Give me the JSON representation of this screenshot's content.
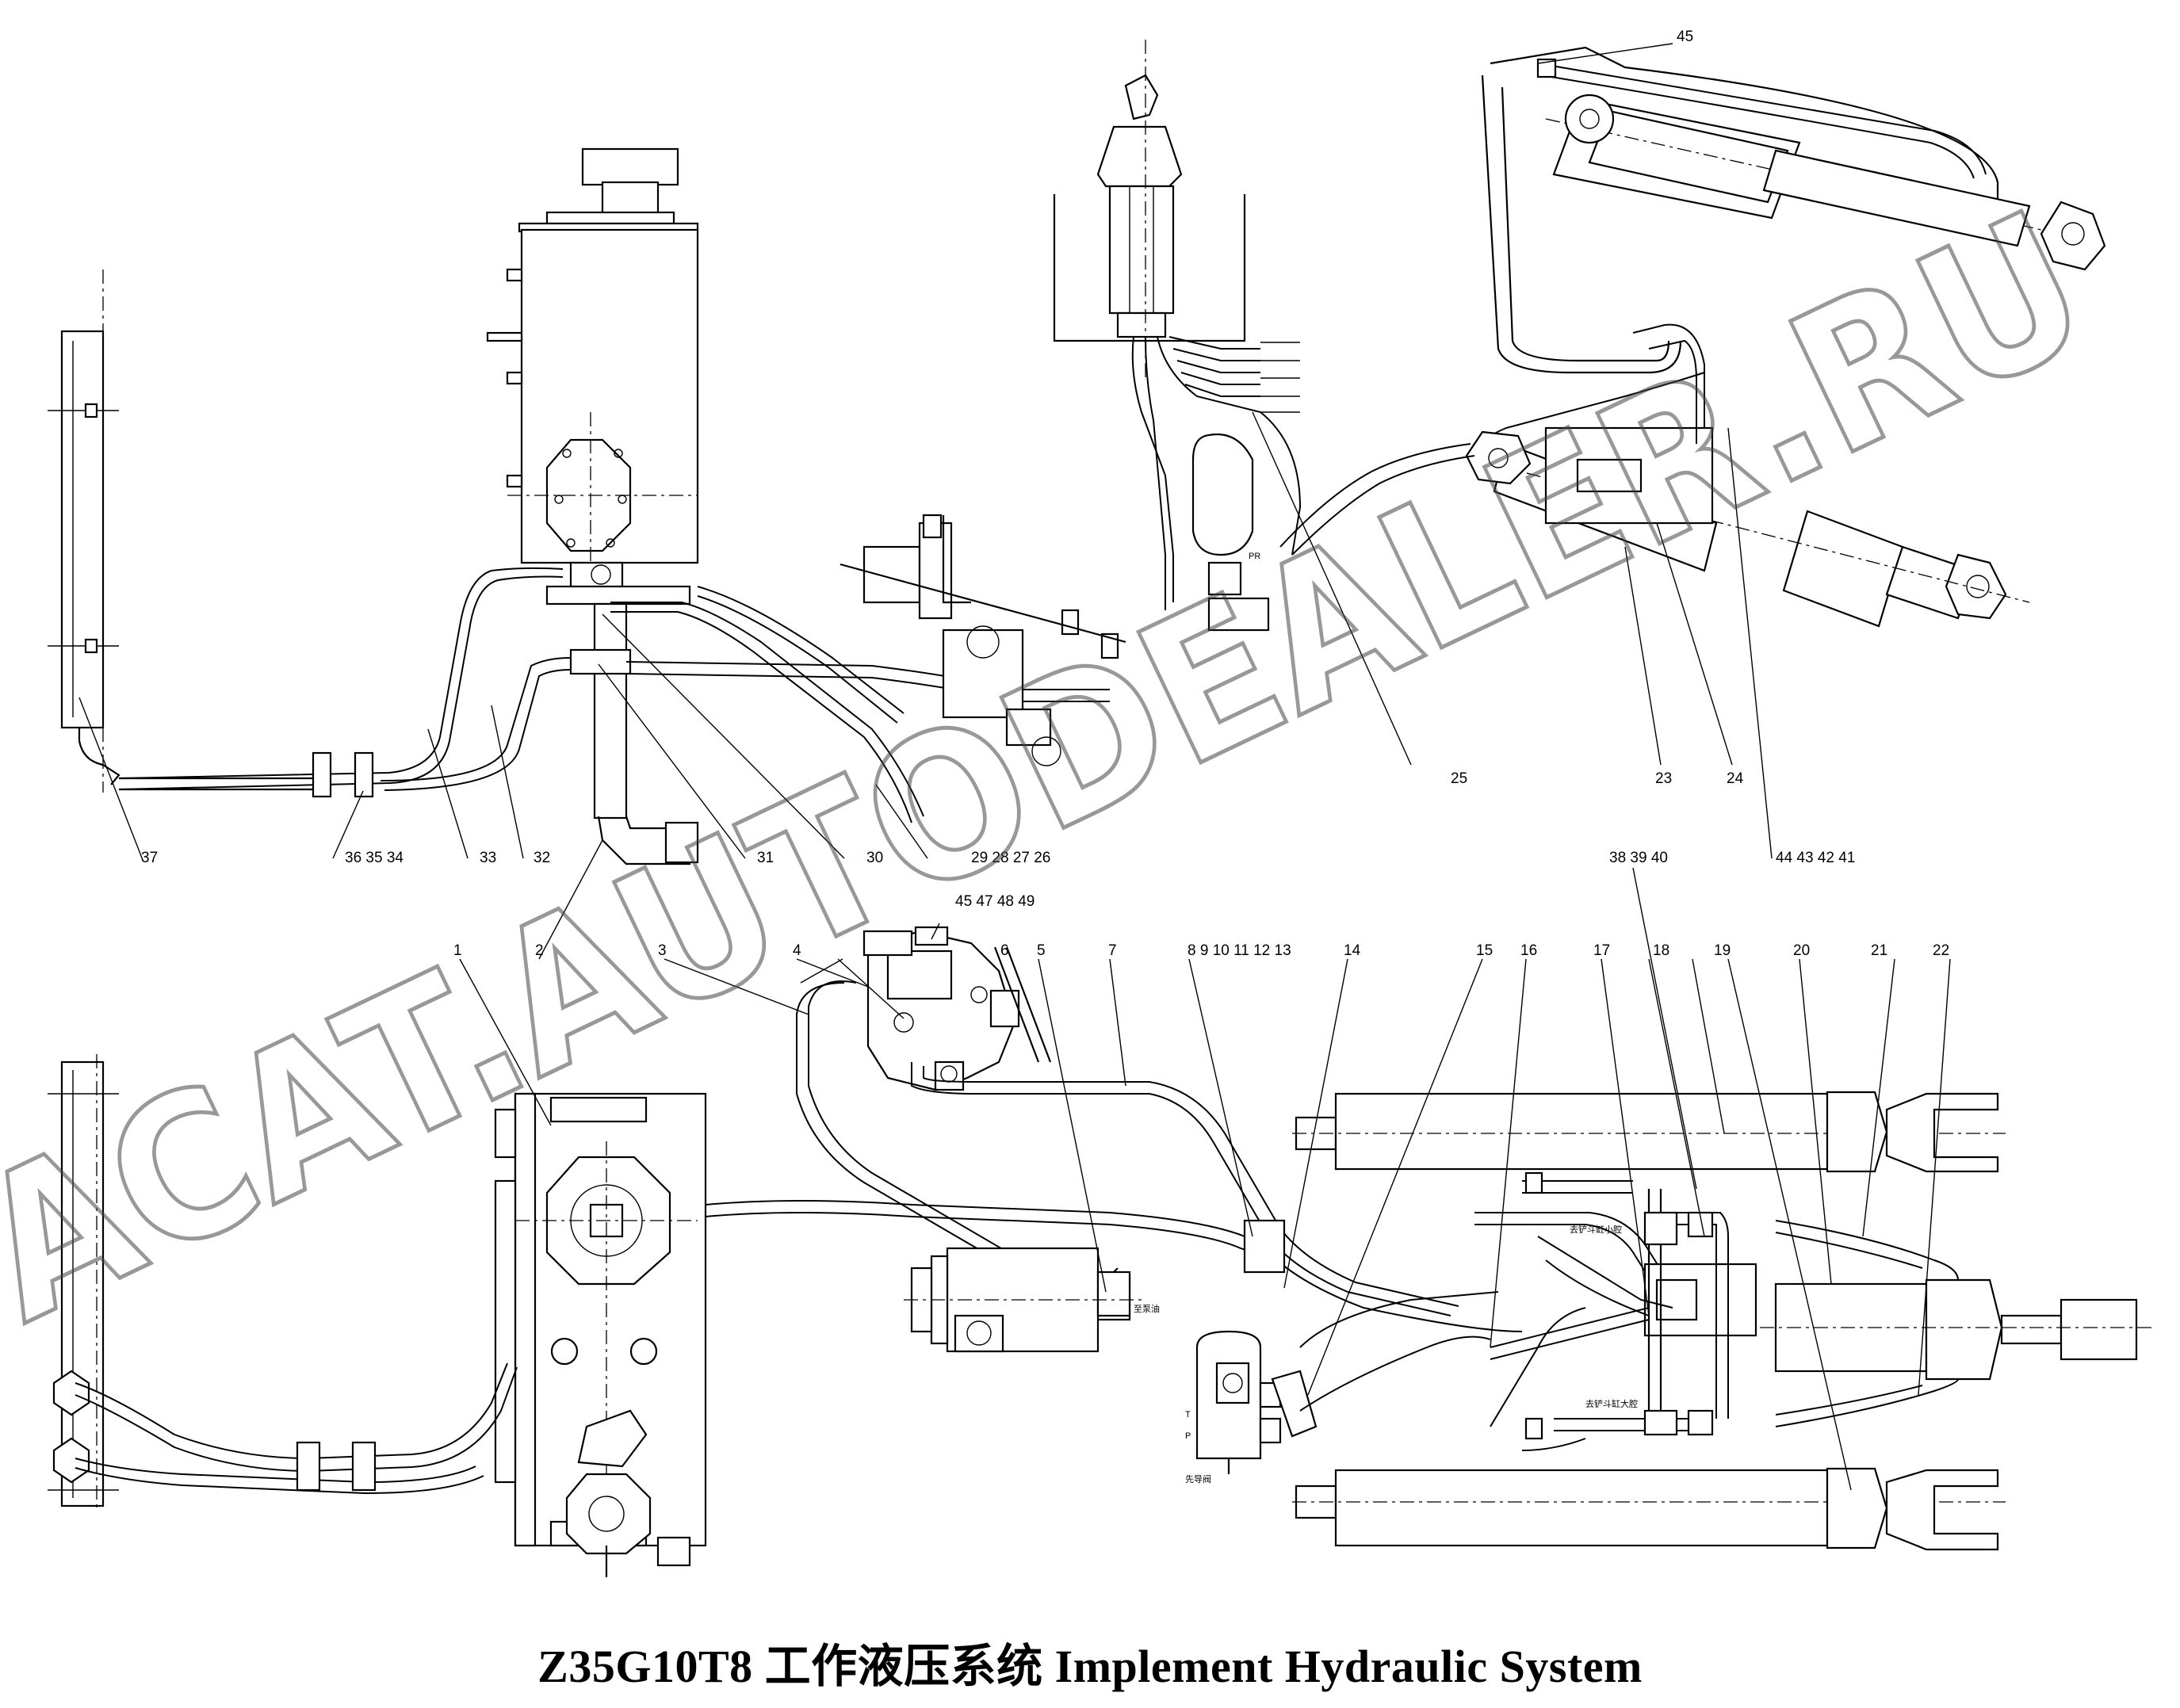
{
  "title": "Z35G10T8 工作液压系统  Implement Hydraulic System",
  "watermark": "ACAT.AUTODEALER.RU",
  "callouts": {
    "c1": "1",
    "c2": "2",
    "c3": "3",
    "c4": "4",
    "c5": "5",
    "c6": "6",
    "c7": "7",
    "c8_13": "8   9   10   11   12   13",
    "c14": "14",
    "c15": "15",
    "c16": "16",
    "c17": "17",
    "c18": "18",
    "c19": "19",
    "c20": "20",
    "c21": "21",
    "c22": "22",
    "c23": "23",
    "c24": "24",
    "c25": "25",
    "c26_29": "29   28   27   26",
    "c30": "30",
    "c31": "31",
    "c32": "32",
    "c33": "33",
    "c34_36": "36   35   34",
    "c37": "37",
    "c38_40": "38   39   40",
    "c41_44": "44   43   42   41",
    "c45": "45",
    "c45_49": "45   47   48   49"
  },
  "annotations": {
    "pr": "PR",
    "t_port": "T",
    "p_port": "P",
    "note_upper": "去铲斗缸小腔",
    "note_lower": "去铲斗缸大腔",
    "note_pump": "至泵油",
    "note_valve": "先导阀"
  },
  "colors": {
    "line": "#000000",
    "watermark": "#444444",
    "background": "#ffffff"
  }
}
